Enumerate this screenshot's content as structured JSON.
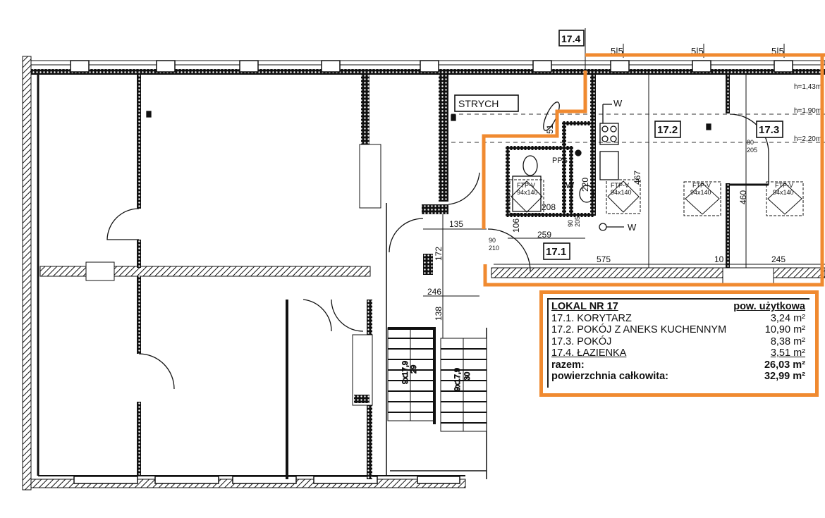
{
  "plan": {
    "room_labels": {
      "r17_4": "17.4",
      "r17_2": "17.2",
      "r17_3": "17.3",
      "r17_1": "17.1",
      "strych": "STRYCH"
    },
    "heights": [
      "h=1,43m",
      "h=1,90m",
      "h=2,20m"
    ],
    "section_marks": [
      "5|5",
      "5|5",
      "5|5"
    ],
    "dimensions": {
      "d135": "135",
      "d172": "172",
      "d246": "246",
      "d138": "138",
      "d575": "575",
      "d10": "10",
      "d245": "245",
      "d460": "460",
      "d467": "467",
      "d220": "220",
      "d259": "259",
      "d208": "208",
      "d106": "106",
      "d51": "51"
    },
    "door_labels": {
      "door1_w": "90",
      "door1_h": "210",
      "door2_w": "80",
      "door2_h": "205",
      "door3_w": "90",
      "door3_h": "205"
    },
    "skylights": [
      {
        "name": "FTP-V",
        "size": "94x140"
      },
      {
        "name": "FTP-V",
        "size": "94x140"
      },
      {
        "name": "FTP-V",
        "size": "94x140"
      },
      {
        "name": "FTP-V",
        "size": "94x140"
      }
    ],
    "utilities": {
      "pps": "PPS",
      "w1": "W",
      "w2": "W",
      "w3": "W"
    },
    "stairs": [
      {
        "steps": "9x17,9",
        "width": "29"
      },
      {
        "steps": "9x17,9",
        "width": "30"
      }
    ]
  },
  "legend": {
    "title": "LOKAL NR 17",
    "column_header": "pow. użytkowa",
    "rooms": [
      {
        "label": "17.1. KORYTARZ",
        "area": "3,24 m²"
      },
      {
        "label": "17.2. POKÓJ Z ANEKS KUCHENNYM",
        "area": "10,90 m²"
      },
      {
        "label": "17.3. POKÓJ",
        "area": "8,38 m²"
      },
      {
        "label": "17.4. ŁAZIENKA",
        "area": "3,51 m²"
      }
    ],
    "total_label": "razem:",
    "total_value": "26,03 m²",
    "gross_label": "powierzchnia całkowita:",
    "gross_value": "32,99 m²"
  },
  "colors": {
    "highlight": "#f08a30",
    "line": "#111111"
  }
}
